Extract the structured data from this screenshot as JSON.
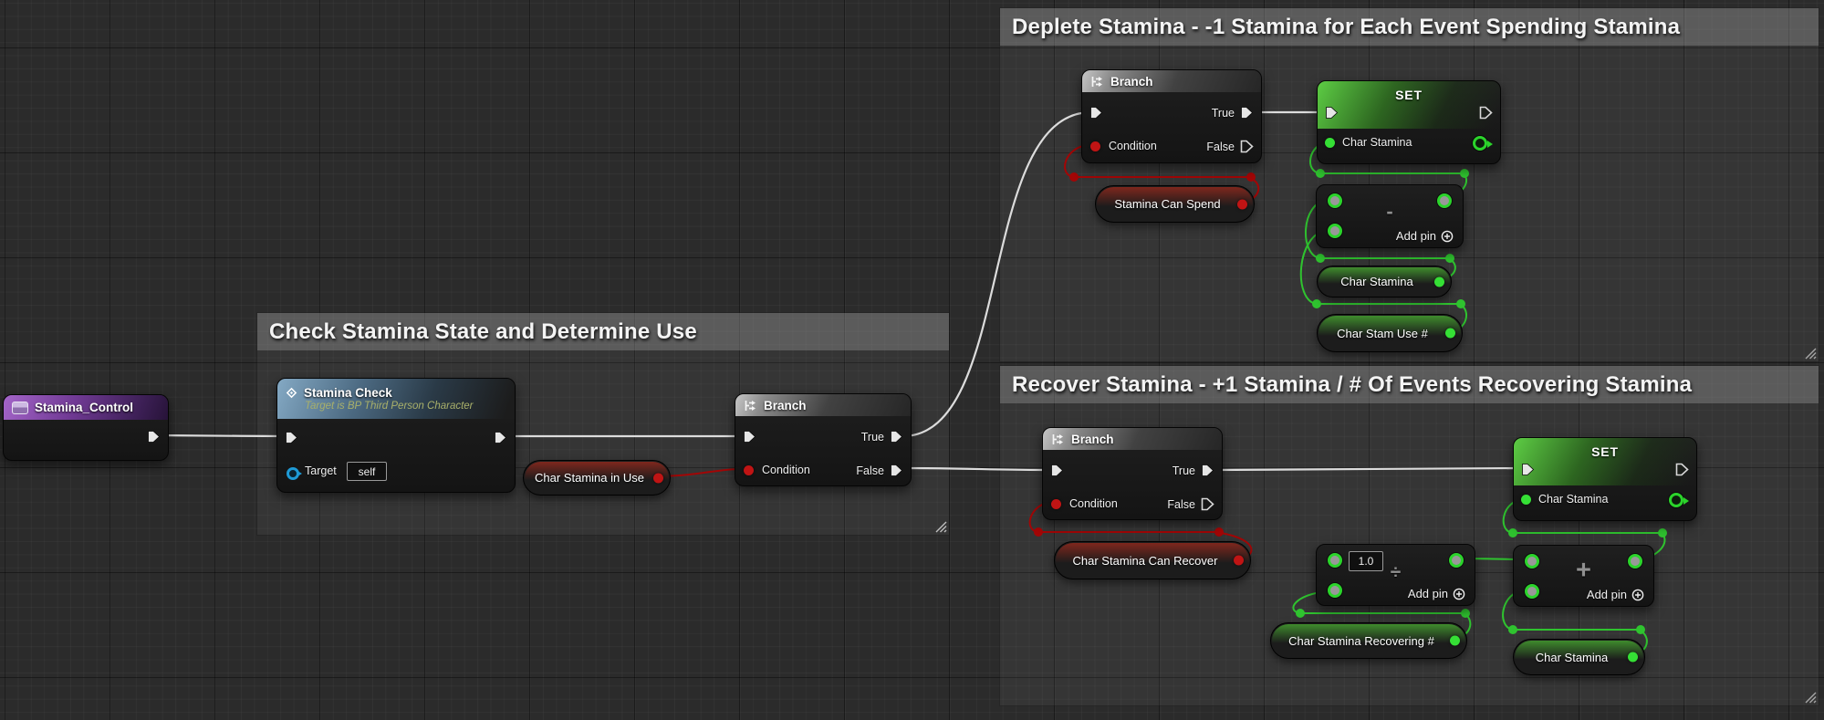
{
  "comments": {
    "check": {
      "title": "Check Stamina State and Determine Use"
    },
    "deplete": {
      "title": "Deplete Stamina - -1 Stamina for Each Event Spending Stamina"
    },
    "recover": {
      "title": "Recover Stamina - +1 Stamina / # Of Events Recovering Stamina"
    }
  },
  "nodes": {
    "stamina_control": {
      "title": "Stamina_Control"
    },
    "stamina_check": {
      "title": "Stamina Check",
      "subtitle": "Target is BP Third Person Character",
      "target_label": "Target",
      "target_value": "self"
    },
    "branch": {
      "title": "Branch",
      "exec_true": "True",
      "exec_false": "False",
      "condition": "Condition"
    },
    "set_node": {
      "title": "SET",
      "variable": "Char Stamina"
    },
    "math": {
      "subtract": "-",
      "divide": "÷",
      "add": "+",
      "add_pin": "Add pin",
      "divide_default": "1.0"
    }
  },
  "getters": {
    "char_stamina_in_use": "Char Stamina in Use",
    "stamina_can_spend": "Stamina Can Spend",
    "char_stamina_can_recover": "Char Stamina Can Recover",
    "char_stamina": "Char Stamina",
    "char_stam_use": "Char Stam Use #",
    "char_stamina_recovering": "Char Stamina Recovering #"
  },
  "colors": {
    "exec_wire": "#dcdcdc",
    "bool_wire": "#a20606",
    "float_wire": "#2fc32f",
    "bool_pin": "#c01414",
    "float_pin": "#35e035",
    "object_pin": "#1e9ad6",
    "set_header": "#49b535",
    "branch_header": "#a8a8a8",
    "function_header": "#54778f",
    "event_header": "#7b3f9e",
    "comment_bar": "#515151"
  }
}
